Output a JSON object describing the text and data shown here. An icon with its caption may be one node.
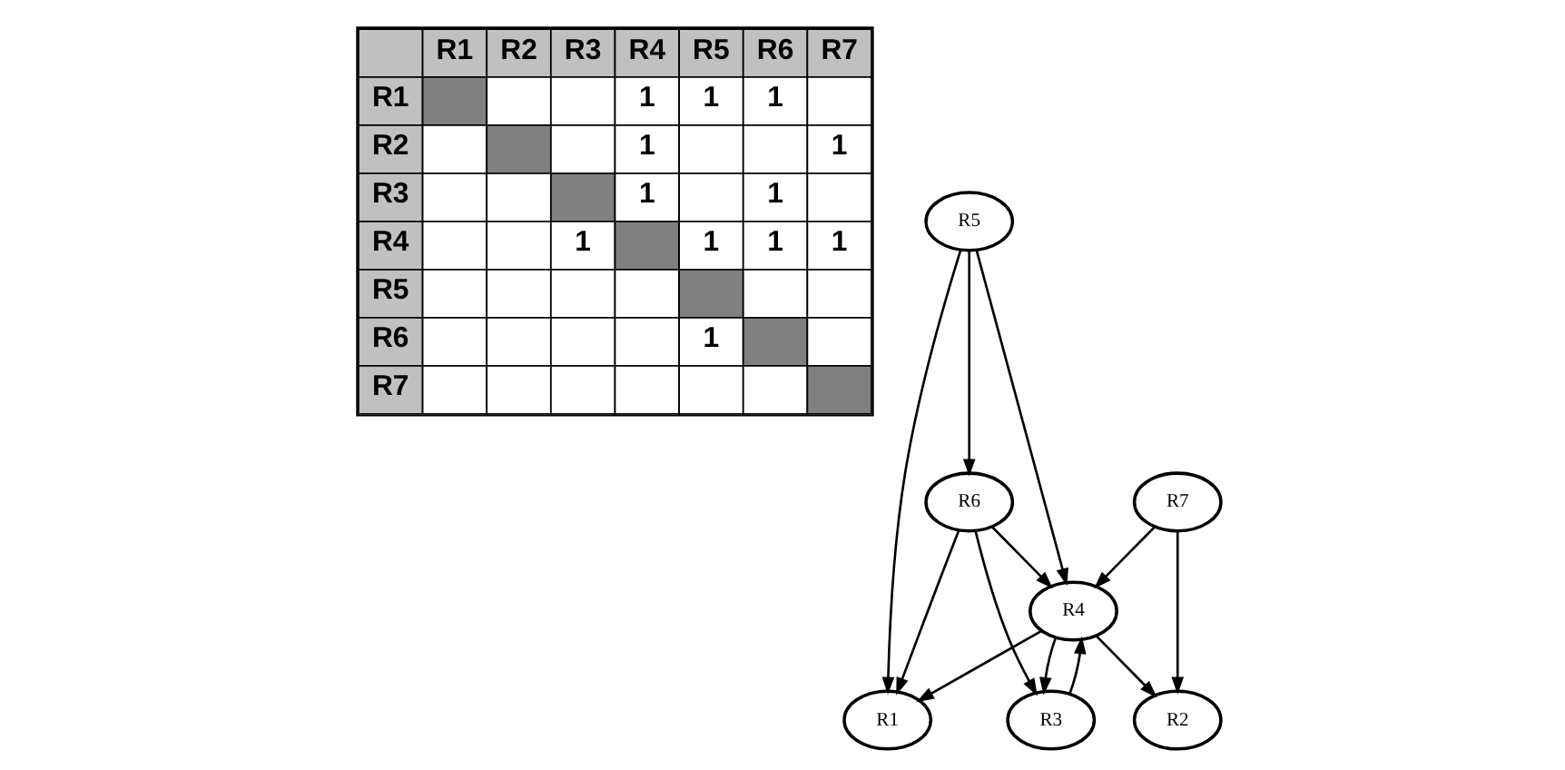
{
  "diagram": {
    "nodes": [
      {
        "text": [
          "R1"
        ]
      },
      {
        "text": [
          "R2"
        ]
      },
      {
        "text": [
          "R3"
        ]
      },
      {
        "text": [
          "R4"
        ]
      },
      {
        "text": [
          "R5"
        ]
      },
      {
        "text": [
          "R6"
        ]
      },
      {
        "text": [
          "R7"
        ]
      }
    ],
    "edges": [
      {
        "from": 4,
        "to": 5,
        "arrow": "to"
      },
      {
        "from": 4,
        "to": 0,
        "arrow": "to"
      },
      {
        "from": 4,
        "to": 3,
        "arrow": "to"
      },
      {
        "from": 5,
        "to": 3,
        "arrow": "to"
      },
      {
        "from": 5,
        "to": 0,
        "arrow": "to"
      },
      {
        "from": 5,
        "to": 2,
        "arrow": "to"
      },
      {
        "from": 6,
        "to": 3,
        "arrow": "to"
      },
      {
        "from": 6,
        "to": 1,
        "arrow": "to"
      },
      {
        "from": 3,
        "to": 0,
        "arrow": "to"
      },
      {
        "from": 3,
        "to": 2,
        "arrow": "to"
      },
      {
        "from": 2,
        "to": 3,
        "arrow": "to"
      },
      {
        "from": 3,
        "to": 1,
        "arrow": "to"
      }
    ],
    "labels": [
      "R1",
      "R2",
      "R3",
      "R4",
      "R5",
      "R6",
      "R7",
      "R1",
      "1",
      "1",
      "1",
      "R2",
      "1",
      "1",
      "R3",
      "1",
      "1",
      "R4",
      "1",
      "1",
      "1",
      "1",
      "R5",
      "R6",
      "1",
      "R7"
    ]
  }
}
